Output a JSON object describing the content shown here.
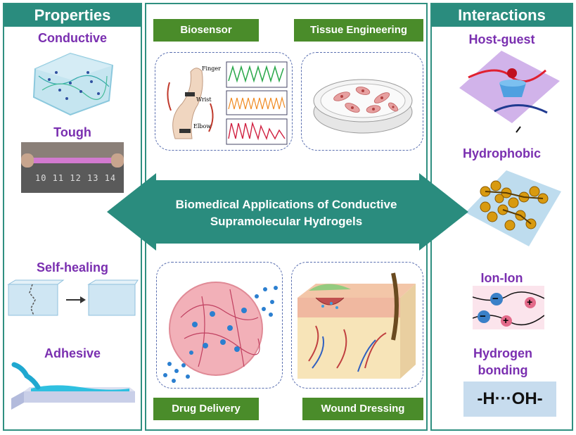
{
  "properties": {
    "header": "Properties",
    "items": [
      "Conductive",
      "Tough",
      "Self-healing",
      "Adhesive"
    ],
    "ruler_text": "10 11 12 13 14"
  },
  "interactions": {
    "header": "Interactions",
    "items": [
      "Host-guest",
      "Hydrophobic",
      "Ion-Ion",
      "Hydrogen bonding"
    ],
    "hydrogen_bond_text": "-H···OH-",
    "ion_signs": [
      "−",
      "+",
      "−",
      "+"
    ]
  },
  "applications": {
    "top": [
      "Biosensor",
      "Tissue Engineering"
    ],
    "bottom": [
      "Drug Delivery",
      "Wound Dressing"
    ],
    "center_line1": "Biomedical Applications of Conductive",
    "center_line2": "Supramolecular Hydrogels",
    "sensor_labels": [
      "Finger",
      "Wrist",
      "Elbow"
    ]
  },
  "colors": {
    "teal": "#2a8c7e",
    "green_button": "#4a8c2a",
    "purple_label": "#7a2fb0",
    "card_border": "#5a6fb0"
  }
}
